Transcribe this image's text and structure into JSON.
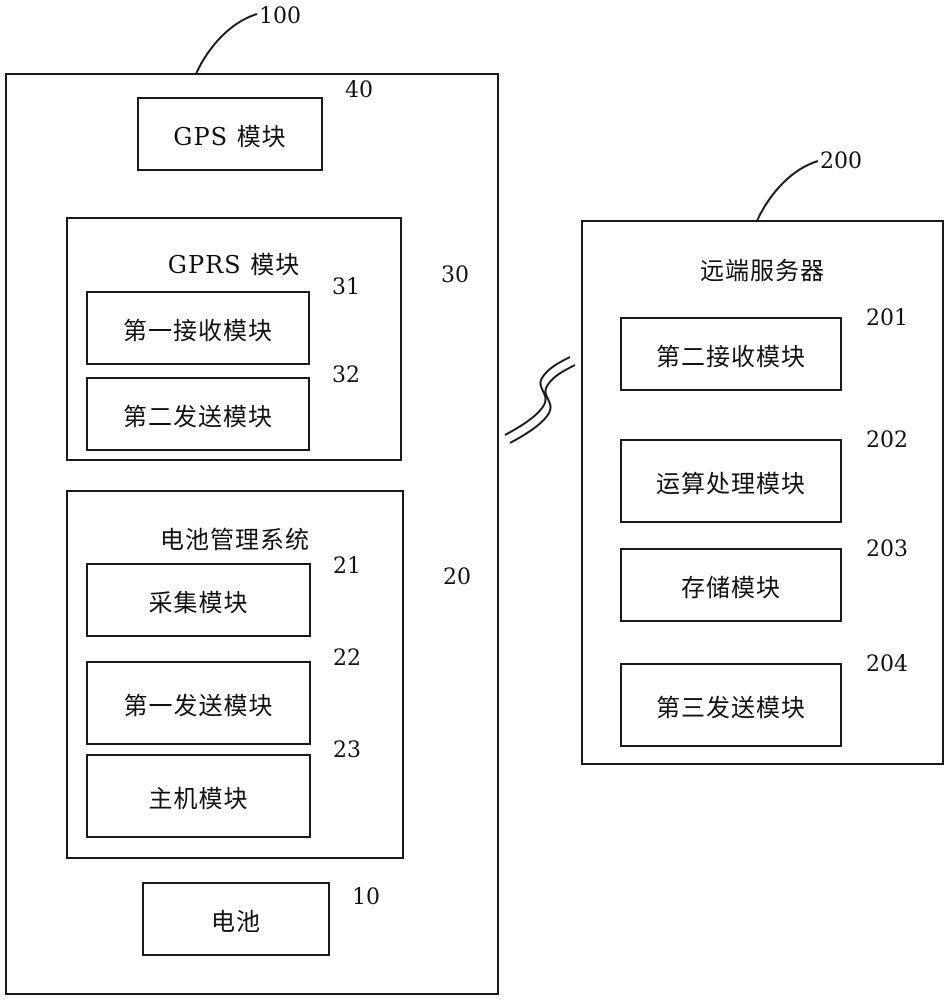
{
  "device": {
    "ref": "100",
    "gps": {
      "label": "GPS 模块",
      "ref": "40"
    },
    "gprs": {
      "title": "GPRS 模块",
      "ref": "30",
      "receive": {
        "label": "第一接收模块",
        "ref": "31"
      },
      "send": {
        "label": "第二发送模块",
        "ref": "32"
      }
    },
    "bms": {
      "title": "电池管理系统",
      "ref": "20",
      "collect": {
        "label": "采集模块",
        "ref": "21"
      },
      "send": {
        "label": "第一发送模块",
        "ref": "22"
      },
      "host": {
        "label": "主机模块",
        "ref": "23"
      }
    },
    "battery": {
      "label": "电池",
      "ref": "10"
    }
  },
  "server": {
    "ref": "200",
    "title": "远端服务器",
    "receive": {
      "label": "第二接收模块",
      "ref": "201"
    },
    "compute": {
      "label": "运算处理模块",
      "ref": "202"
    },
    "storage": {
      "label": "存储模块",
      "ref": "203"
    },
    "send": {
      "label": "第三发送模块",
      "ref": "204"
    }
  }
}
